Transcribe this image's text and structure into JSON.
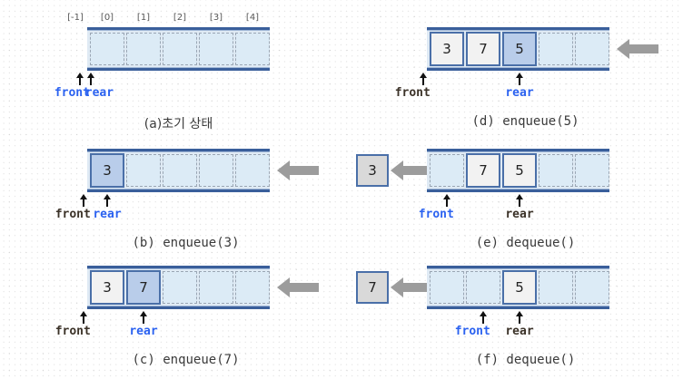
{
  "figure": {
    "title": "Queue enqueue / dequeue operation sequence",
    "index_labels": [
      "[-1]",
      "[0]",
      "[1]",
      "[2]",
      "[3]",
      "[4]"
    ],
    "colors": {
      "pointer_blue": "#2b62f0",
      "pointer_dark": "#3b3228",
      "queue_bar": "#3a5f9b",
      "queue_body": "#dfeaf4",
      "slot_fill": "#dcebf6",
      "cell_new": "#b9cdea",
      "cell_old": "#f2f2f2",
      "cell_removed": "#d9d9d9",
      "arrow_gray": "#9c9c9c"
    }
  },
  "panels": [
    {
      "id": "a",
      "caption": "(a)초기 상태",
      "cells": [],
      "front": {
        "label": "front",
        "color": "blue"
      },
      "rear": {
        "label": "rear",
        "color": "blue"
      },
      "input_arrow": false,
      "output_box": null
    },
    {
      "id": "b",
      "caption": "(b) enqueue(3)",
      "cells": [
        {
          "value": "3",
          "state": "new",
          "index": 0
        }
      ],
      "front": {
        "label": "front",
        "color": "dark"
      },
      "rear": {
        "label": "rear",
        "color": "blue"
      },
      "input_arrow": true,
      "output_box": null
    },
    {
      "id": "c",
      "caption": "(c) enqueue(7)",
      "cells": [
        {
          "value": "3",
          "state": "old",
          "index": 0
        },
        {
          "value": "7",
          "state": "new",
          "index": 1
        }
      ],
      "front": {
        "label": "front",
        "color": "dark"
      },
      "rear": {
        "label": "rear",
        "color": "blue"
      },
      "input_arrow": true,
      "output_box": null
    },
    {
      "id": "d",
      "caption": "(d) enqueue(5)",
      "cells": [
        {
          "value": "3",
          "state": "old",
          "index": 0
        },
        {
          "value": "7",
          "state": "old",
          "index": 1
        },
        {
          "value": "5",
          "state": "new",
          "index": 2
        }
      ],
      "front": {
        "label": "front",
        "color": "dark"
      },
      "rear": {
        "label": "rear",
        "color": "blue"
      },
      "input_arrow": true,
      "output_box": null
    },
    {
      "id": "e",
      "caption": "(e) dequeue()",
      "cells": [
        {
          "value": "7",
          "state": "old",
          "index": 1
        },
        {
          "value": "5",
          "state": "old",
          "index": 2
        }
      ],
      "front": {
        "label": "front",
        "color": "blue"
      },
      "rear": {
        "label": "rear",
        "color": "dark"
      },
      "input_arrow": false,
      "output_box": {
        "value": "3",
        "state": "removed"
      }
    },
    {
      "id": "f",
      "caption": "(f) dequeue()",
      "cells": [
        {
          "value": "5",
          "state": "old",
          "index": 2
        }
      ],
      "front": {
        "label": "front",
        "color": "blue"
      },
      "rear": {
        "label": "rear",
        "color": "dark"
      },
      "input_arrow": false,
      "output_box": {
        "value": "7",
        "state": "removed"
      }
    }
  ]
}
